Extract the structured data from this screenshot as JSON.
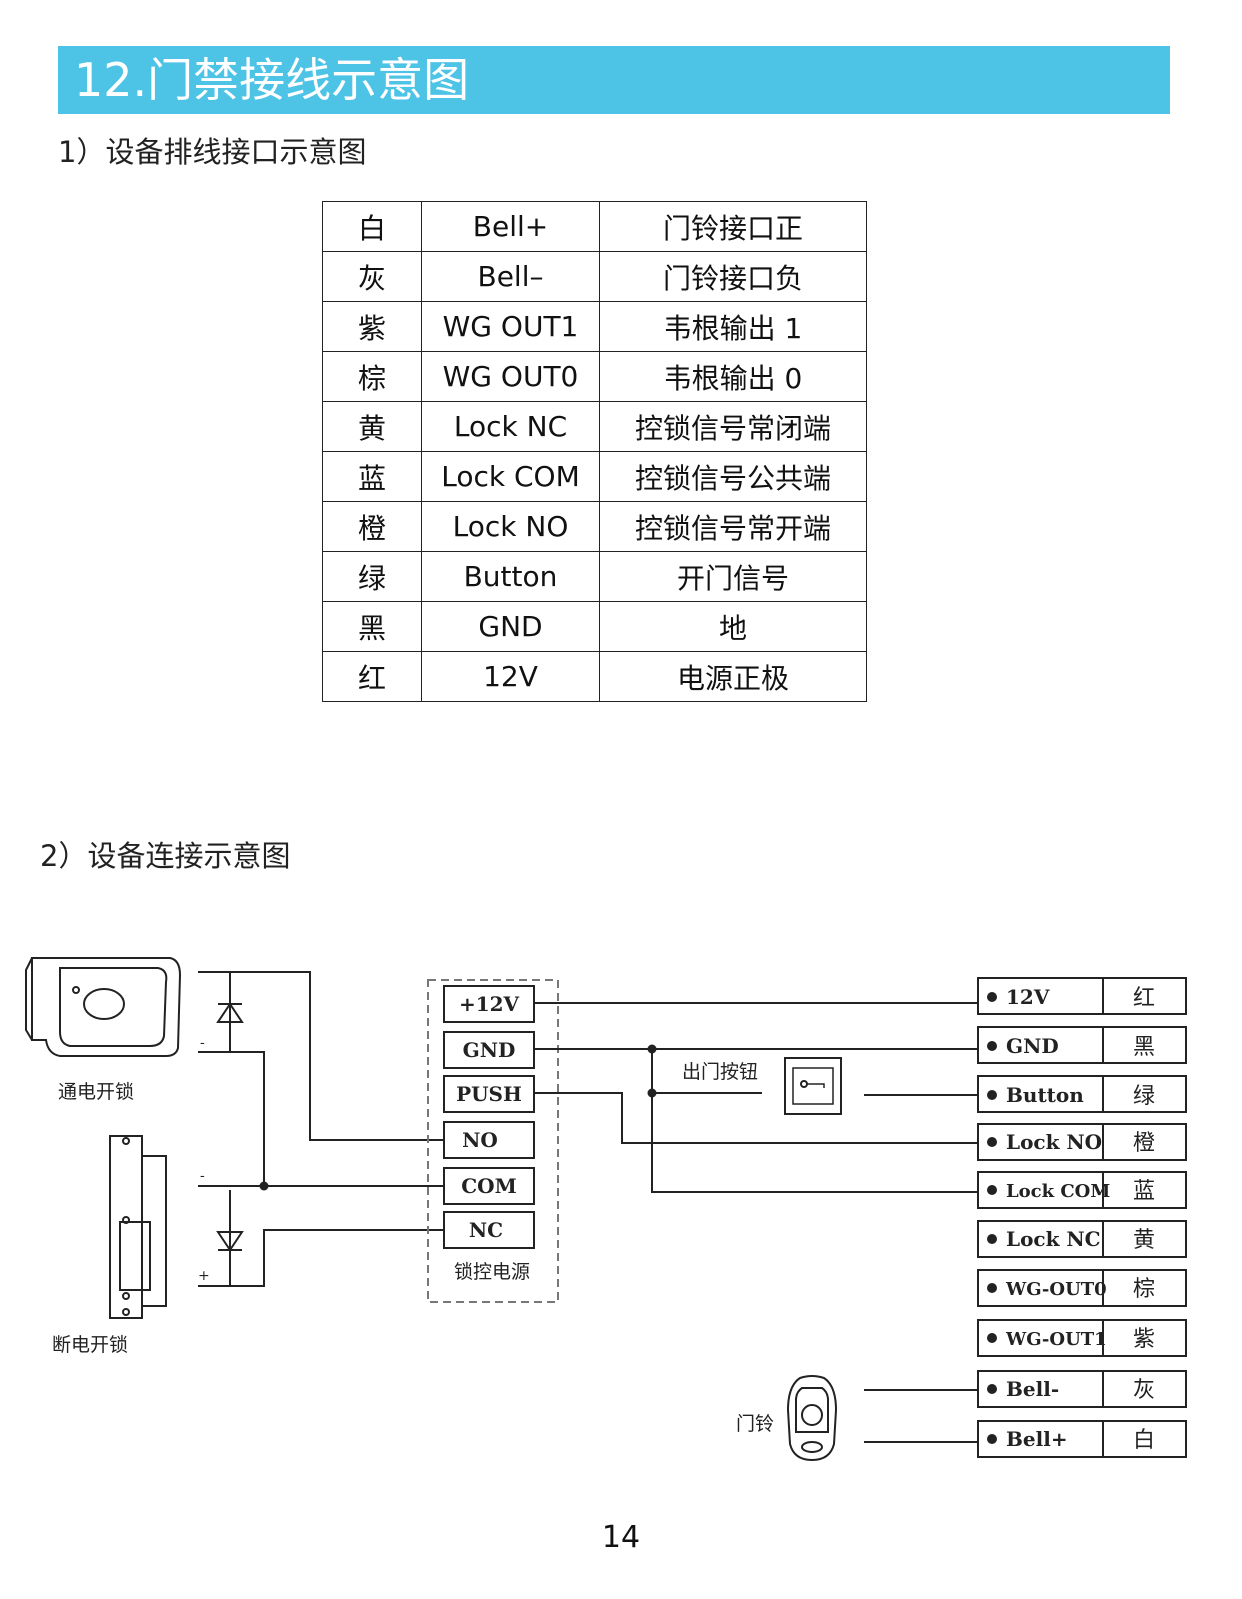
{
  "header": {
    "title": "12.门禁接线示意图"
  },
  "section1": {
    "title": "1）设备排线接口示意图"
  },
  "section2": {
    "title": "2）设备连接示意图"
  },
  "wire_table": {
    "rows": [
      {
        "color": "白",
        "signal": "Bell+",
        "desc": "门铃接口正"
      },
      {
        "color": "灰",
        "signal": "Bell–",
        "desc": "门铃接口负"
      },
      {
        "color": "紫",
        "signal": "WG OUT1",
        "desc": "韦根输出 1"
      },
      {
        "color": "棕",
        "signal": "WG OUT0",
        "desc": "韦根输出 0"
      },
      {
        "color": "黄",
        "signal": "Lock NC",
        "desc": "控锁信号常闭端"
      },
      {
        "color": "蓝",
        "signal": "Lock COM",
        "desc": "控锁信号公共端"
      },
      {
        "color": "橙",
        "signal": "Lock NO",
        "desc": "控锁信号常开端"
      },
      {
        "color": "绿",
        "signal": "Button",
        "desc": "开门信号"
      },
      {
        "color": "黑",
        "signal": "GND",
        "desc": "地"
      },
      {
        "color": "红",
        "signal": "12V",
        "desc": "电源正极"
      }
    ]
  },
  "diagram": {
    "lock_power_on_label": "通电开锁",
    "lock_power_off_label": "断电开锁",
    "minus_top": "-",
    "minus_bottom": "-",
    "plus_bottom": "+",
    "supply_label": "锁控电源",
    "supply_terminals": [
      "+12V",
      "GND",
      "PUSH",
      "NO",
      "COM",
      "NC"
    ],
    "exit_button_label": "出门按钮",
    "doorbell_label": "门铃",
    "terminals": [
      {
        "signal": "12V",
        "color": "红"
      },
      {
        "signal": "GND",
        "color": "黑"
      },
      {
        "signal": "Button",
        "color": "绿"
      },
      {
        "signal": "Lock NO",
        "color": "橙"
      },
      {
        "signal": "Lock COM",
        "color": "蓝"
      },
      {
        "signal": "Lock NC",
        "color": "黄"
      },
      {
        "signal": "WG-OUT0",
        "color": "棕"
      },
      {
        "signal": "WG-OUT1",
        "color": "紫"
      },
      {
        "signal": "Bell-",
        "color": "灰"
      },
      {
        "signal": "Bell+",
        "color": "白"
      }
    ]
  },
  "footer": {
    "page_number": "14"
  }
}
